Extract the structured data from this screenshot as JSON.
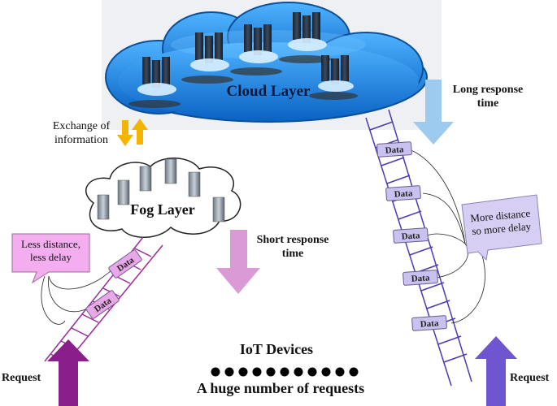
{
  "cloud": {
    "label": "Cloud Layer"
  },
  "fog": {
    "label": "Fog Layer"
  },
  "exchange": {
    "label": "Exchange of\ninformation"
  },
  "long_response": {
    "label": "Long response\ntime"
  },
  "short_response": {
    "label": "Short response\ntime"
  },
  "callout_fog": {
    "text": "Less distance,\nless delay"
  },
  "callout_cloud": {
    "text": "More distance\nso more delay"
  },
  "packet_label": "Data",
  "fog_packets": [
    "Data",
    "Data"
  ],
  "cloud_packets": [
    "Data",
    "Data",
    "Data",
    "Data",
    "Data"
  ],
  "iot": {
    "title": "IoT Devices",
    "subtitle": "A huge number of requests",
    "dot_count": 11
  },
  "request_left": "Request",
  "request_right": "Request",
  "colors": {
    "cloud_blue": "#1e8fe0",
    "cloud_dark": "#0a5fb0",
    "orange_arrow": "#f4b400",
    "long_arrow": "#9dcbf0",
    "short_arrow": "#d99ad6",
    "fog_packet": "#e8a7e6",
    "cloud_packet": "#c9c2f0",
    "callout_fog": "#f4aef0",
    "callout_cloud": "#d7cff3",
    "fog_ladder": "#9b2a9b",
    "cloud_ladder": "#4a3cb0",
    "req_left": "#8a1e8a",
    "req_right": "#6f55cf"
  }
}
